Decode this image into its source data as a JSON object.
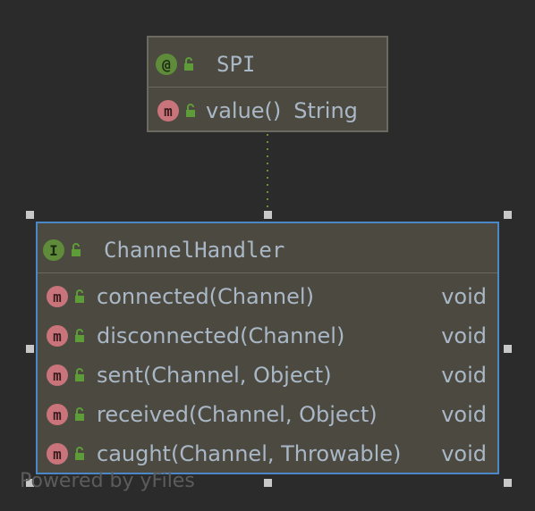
{
  "diagram": {
    "spi": {
      "badge": "@",
      "name": "SPI",
      "methods": [
        {
          "badge": "m",
          "label": "value()",
          "return_type": "String"
        }
      ]
    },
    "channel_handler": {
      "badge": "I",
      "name": "ChannelHandler",
      "methods": [
        {
          "badge": "m",
          "label": "connected(Channel)",
          "return_type": "void"
        },
        {
          "badge": "m",
          "label": "disconnected(Channel)",
          "return_type": "void"
        },
        {
          "badge": "m",
          "label": "sent(Channel, Object)",
          "return_type": "void"
        },
        {
          "badge": "m",
          "label": "received(Channel, Object)",
          "return_type": "void"
        },
        {
          "badge": "m",
          "label": "caught(Channel, Throwable)",
          "return_type": "void"
        }
      ]
    },
    "watermark": "Powered by yFiles"
  },
  "colors": {
    "background": "#2b2b2b",
    "node_fill": "#4c4a40",
    "selection_border": "#4a88c7",
    "annotation_badge": "#5e8c3a",
    "method_badge": "#c9747b",
    "connector": "#6e8f3a"
  }
}
